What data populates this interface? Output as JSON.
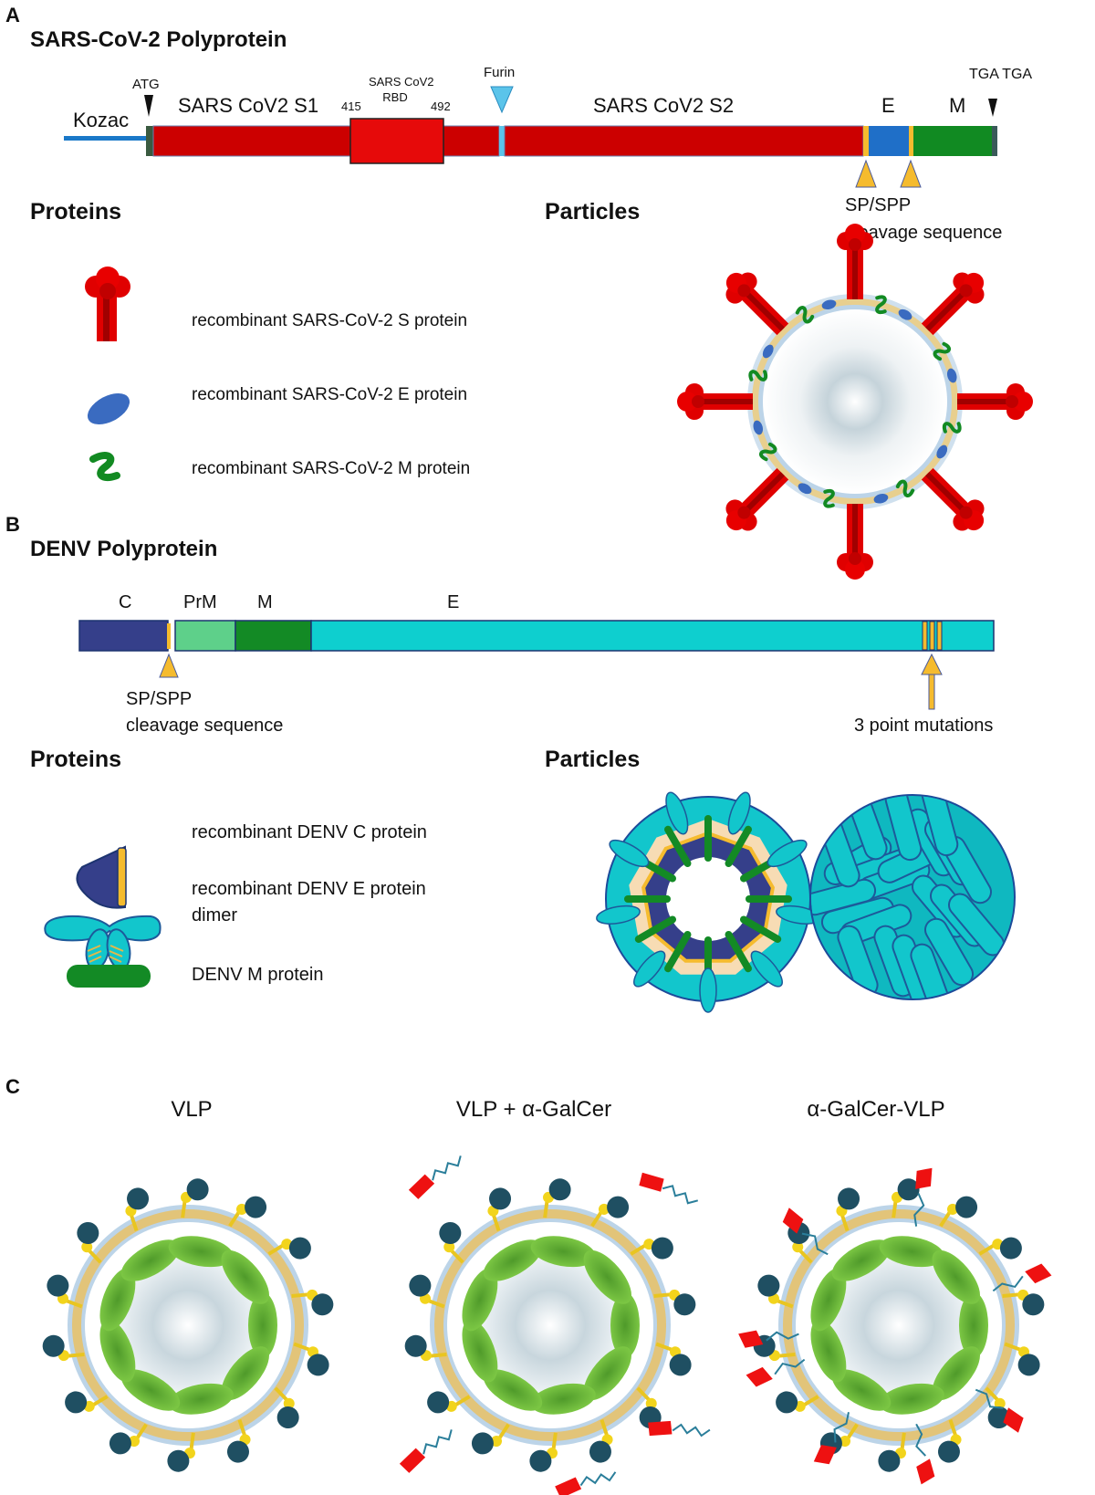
{
  "panels": {
    "a": {
      "letter": "A",
      "title": "SARS-CoV-2 Polyprotein",
      "labels": {
        "kozac": "Kozac",
        "atg": "ATG",
        "s1": "SARS CoV2 S1",
        "rbd_start": "415",
        "rbd_line1": "SARS CoV2",
        "rbd_line2": "RBD",
        "rbd_end": "492",
        "furin": "Furin",
        "s2": "SARS CoV2 S2",
        "e": "E",
        "m": "M",
        "tga": "TGA TGA",
        "cleavage_line1": "SP/SPP",
        "cleavage_line2": "cleavage sequence"
      },
      "proteins_heading": "Proteins",
      "particles_heading": "Particles",
      "legend": [
        {
          "icon": "spike-protein-icon",
          "label": "recombinant SARS-CoV-2 S protein"
        },
        {
          "icon": "envelope-protein-icon",
          "label": "recombinant SARS-CoV-2 E protein"
        },
        {
          "icon": "membrane-protein-icon",
          "label": "recombinant SARS-CoV-2 M protein"
        }
      ]
    },
    "b": {
      "letter": "B",
      "title": "DENV Polyprotein",
      "labels": {
        "c": "C",
        "prm": "PrM",
        "m": "M",
        "e": "E",
        "cleavage_line1": "SP/SPP",
        "cleavage_line2": "cleavage sequence",
        "mutations": "3 point mutations"
      },
      "proteins_heading": "Proteins",
      "particles_heading": "Particles",
      "legend": [
        {
          "icon": "capsid-protein-icon",
          "label": "recombinant DENV C protein"
        },
        {
          "icon": "e-dimer-icon",
          "label_line1": "recombinant DENV E protein",
          "label_line2": "dimer"
        },
        {
          "icon": "m-protein-icon",
          "label": "DENV M protein"
        }
      ]
    },
    "c": {
      "letter": "C",
      "vlps": [
        {
          "title": "VLP"
        },
        {
          "title": "VLP + α-GalCer"
        },
        {
          "title": "α-GalCer-VLP"
        }
      ]
    }
  },
  "colors": {
    "s_red": "#cc0000",
    "rbd_red": "#e60a0a",
    "e_blue": "#1f6fc8",
    "m_green": "#118a22",
    "kozac_blue": "#1a78c8",
    "furin_cyan": "#5bc4ea",
    "cleavage_yellow": "#f5bb2e",
    "denv_c": "#353f8a",
    "denv_prm": "#5ed08a",
    "denv_m": "#138a25",
    "denv_e": "#0ecfcf",
    "vlp_green": "#6cbf3a",
    "vlp_teal": "#1f4f62",
    "galcer_red": "#ee1111"
  }
}
